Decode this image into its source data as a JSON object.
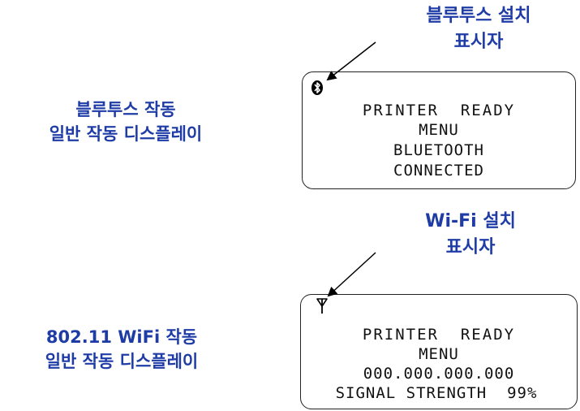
{
  "bluetooth_section": {
    "indicator_title": [
      "블루투스 설치",
      "표시자"
    ],
    "caption": [
      "블루투스 작동",
      "일반 작동 디스플레이"
    ],
    "display_lines": [
      "PRINTER  READY",
      "MENU",
      "BLUETOOTH",
      "CONNECTED"
    ],
    "icon": "bluetooth-icon"
  },
  "wifi_section": {
    "indicator_title": [
      "Wi-Fi 설치",
      "표시자"
    ],
    "caption": [
      "802.11 WiFi 작동",
      "일반 작동 디스플레이"
    ],
    "display_lines": [
      "PRINTER  READY",
      "MENU",
      "000.000.000.000",
      "SIGNAL STRENGTH  99%"
    ],
    "icon": "antenna-icon"
  },
  "colors": {
    "caption": "#1f3ca6",
    "outline": "#222222"
  }
}
